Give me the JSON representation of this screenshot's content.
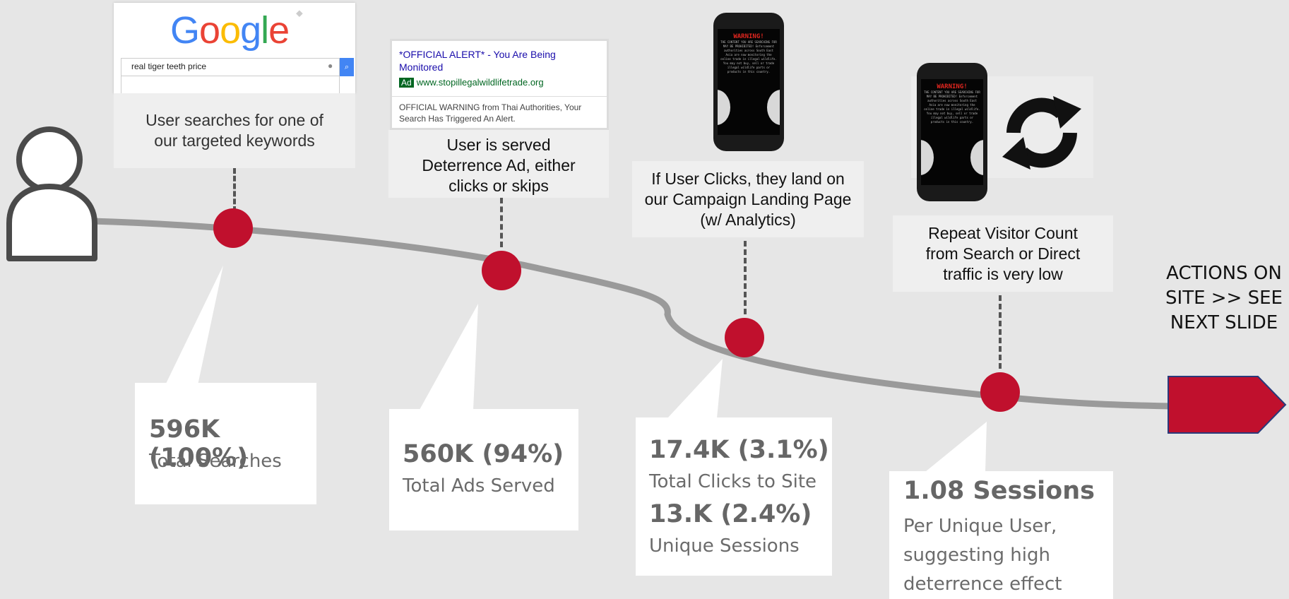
{
  "google": {
    "logo": "Google",
    "query": "real tiger teeth price"
  },
  "ad": {
    "headline": "*OFFICIAL ALERT* - You Are Being Monitored",
    "badge": "Ad",
    "url": "www.stopillegalwildlifetrade.org",
    "body": "OFFICIAL WARNING from Thai Authorities, Your Search Has Triggered An Alert."
  },
  "phone": {
    "warning": "WARNING!",
    "fine_print": "THE CONTENT YOU ARE SEARCHING FOR MAY BE PROHIBITED! Enforcement authorities across South East Asia are now monitoring the online trade in illegal wildlife. You may not buy, sell or trade illegal wildlife parts or products in this country."
  },
  "steps": [
    {
      "caption": "User searches for one of our targeted keywords",
      "stat": "596K (100%)",
      "label": "Total Searches"
    },
    {
      "caption": "User is served Deterrence Ad, either clicks or skips",
      "stat": "560K (94%)",
      "label": "Total Ads Served"
    },
    {
      "caption": "If User Clicks, they land on our Campaign Landing Page (w/ Analytics)",
      "stat": "17.4K (3.1%)",
      "label": "Total Clicks to Site",
      "stat2": "13.K (2.4%)",
      "label2": "Unique Sessions"
    },
    {
      "caption": "Repeat Visitor Count from Search or Direct traffic is very low",
      "stat": "1.08 Sessions",
      "label": "Per Unique User, suggesting high deterrence effect"
    }
  ],
  "end": {
    "text": "ACTIONS ON SITE >> SEE NEXT SLIDE"
  },
  "colors": {
    "accent": "#c0102d",
    "line": "#9a9a9a",
    "background": "#e6e6e6"
  }
}
